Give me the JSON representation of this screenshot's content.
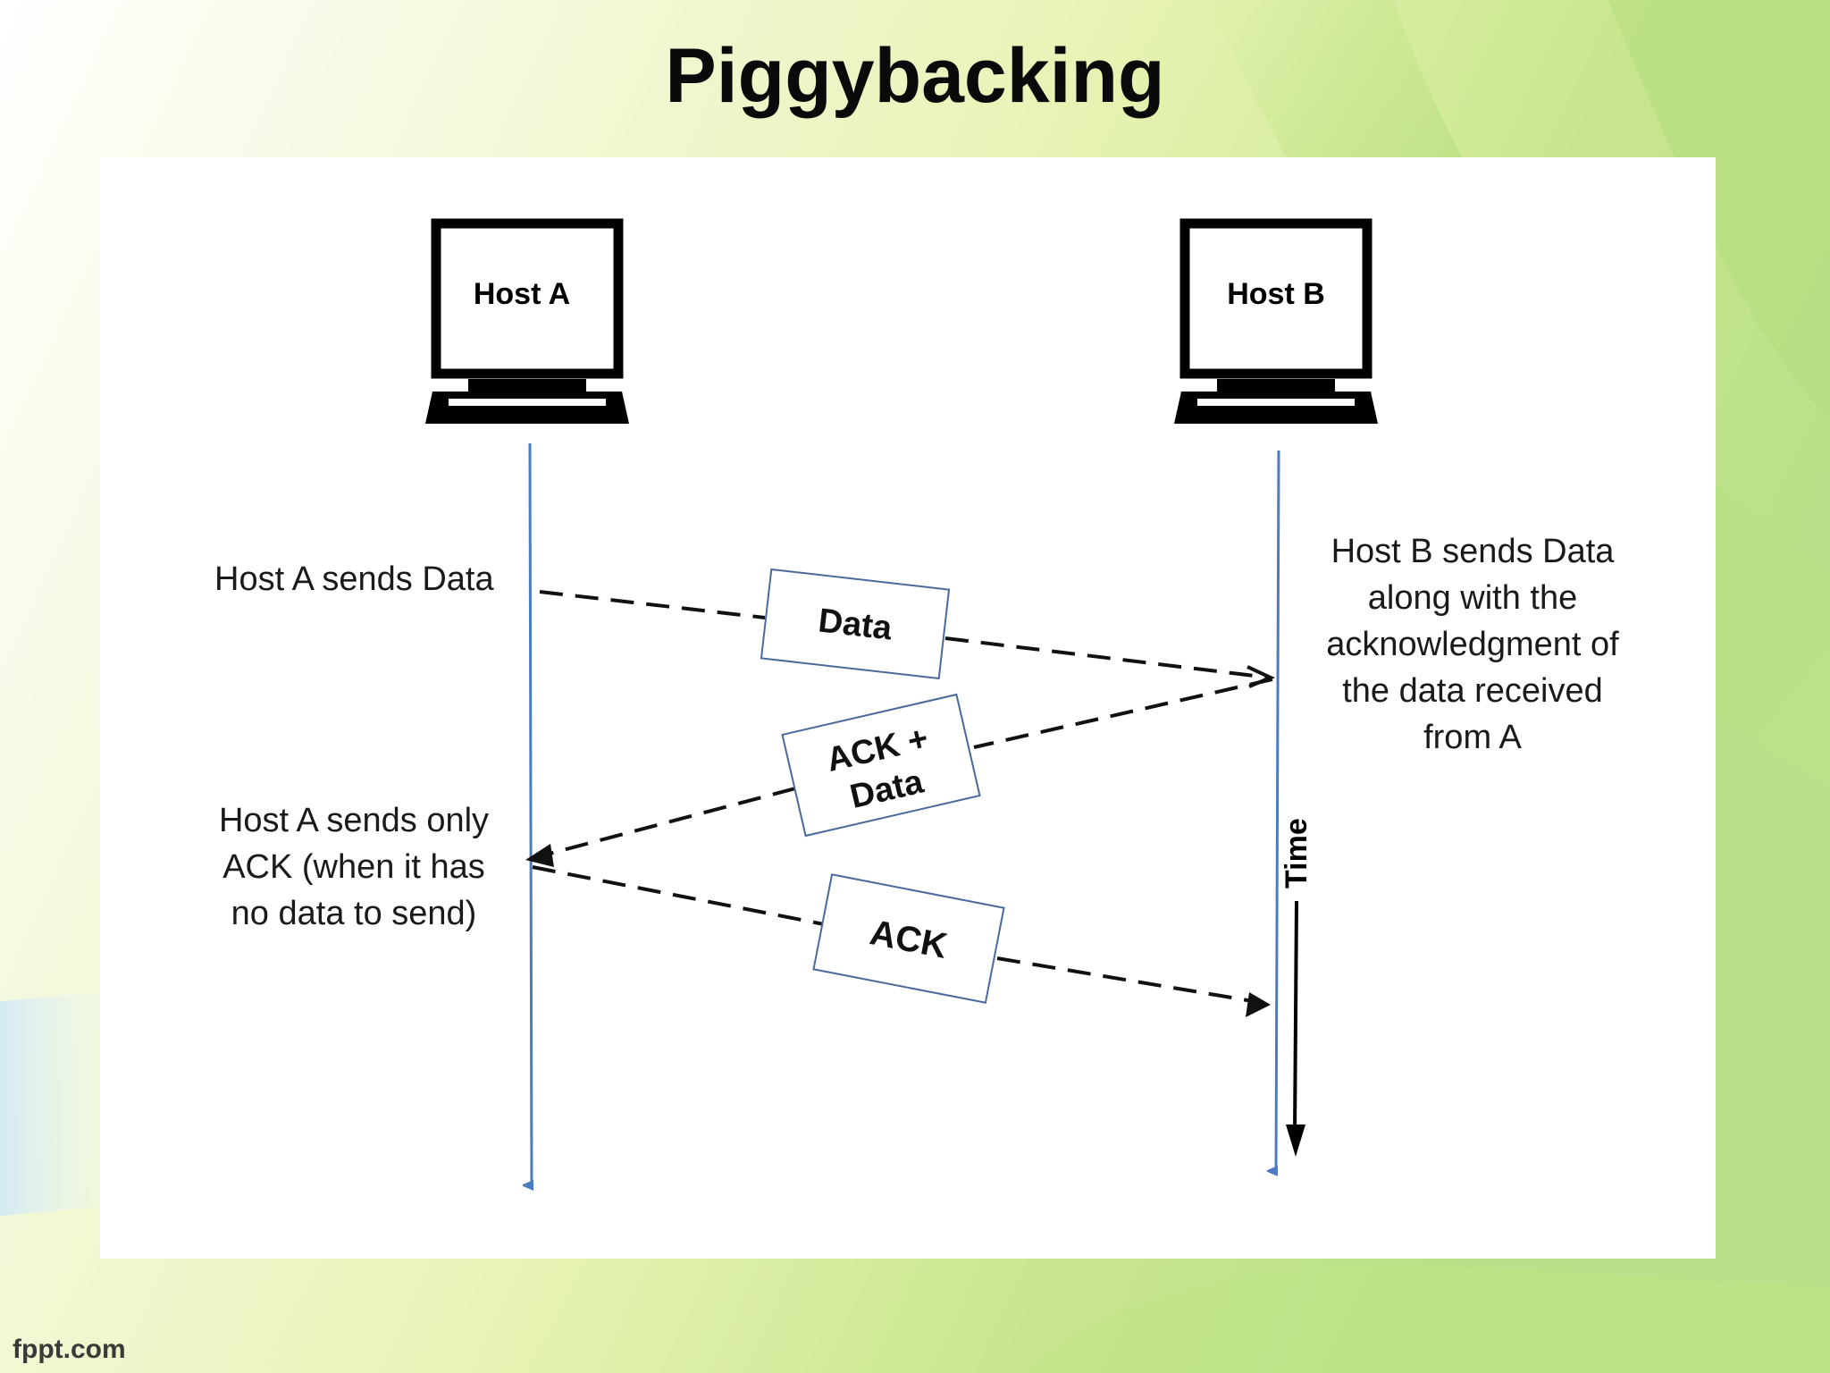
{
  "slide": {
    "title": "Piggybacking",
    "footer": "fppt.com"
  },
  "diagram": {
    "hosts": {
      "a": "Host A",
      "b": "Host B"
    },
    "messages": {
      "data": "Data",
      "ack_data_line1": "ACK +",
      "ack_data_line2": "Data",
      "ack": "ACK"
    },
    "annotations": {
      "a_sends_data": "Host A sends Data",
      "b_sends": [
        "Host B sends Data",
        "along with the",
        "acknowledgment of",
        "the data received",
        "from A"
      ],
      "a_sends_ack": [
        "Host A sends only",
        "ACK (when it has",
        "no data to send)"
      ]
    },
    "time_label": "Time",
    "colors": {
      "timeline": "#4a7cc4",
      "arrow": "#111111",
      "box_border": "#4a6a9a",
      "title": "#0a0a0a"
    }
  }
}
